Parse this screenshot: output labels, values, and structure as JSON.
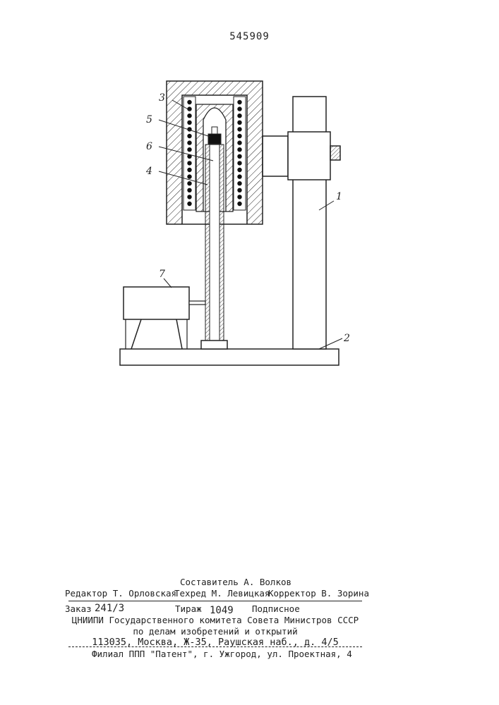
{
  "patent_number": "545909",
  "labels": {
    "l1": "1",
    "l2": "2",
    "l3": "3",
    "l4": "4",
    "l5": "5",
    "l6": "6",
    "l7": "7"
  },
  "credits": {
    "compiler": "Составитель А. Волков",
    "editor": "Редактор Т. Орловская",
    "techred": "Техред М. Левицкая",
    "corrector": "Корректор В. Зорина"
  },
  "order": {
    "order_label": "Заказ",
    "order_number": "241/3",
    "print_run_label": "Тираж",
    "print_run": "1049",
    "subscription": "Подписное"
  },
  "publisher": {
    "line1": "ЦНИИПИ Государственного комитета Совета Министров СССР",
    "line2": "по делам изобретений и открытий",
    "line3": "113035, Москва, Ж-35, Раушская наб., д. 4/5"
  },
  "branch": "Филиал ППП \"Патент\", г. Ужгород, ул. Проектная, 4"
}
